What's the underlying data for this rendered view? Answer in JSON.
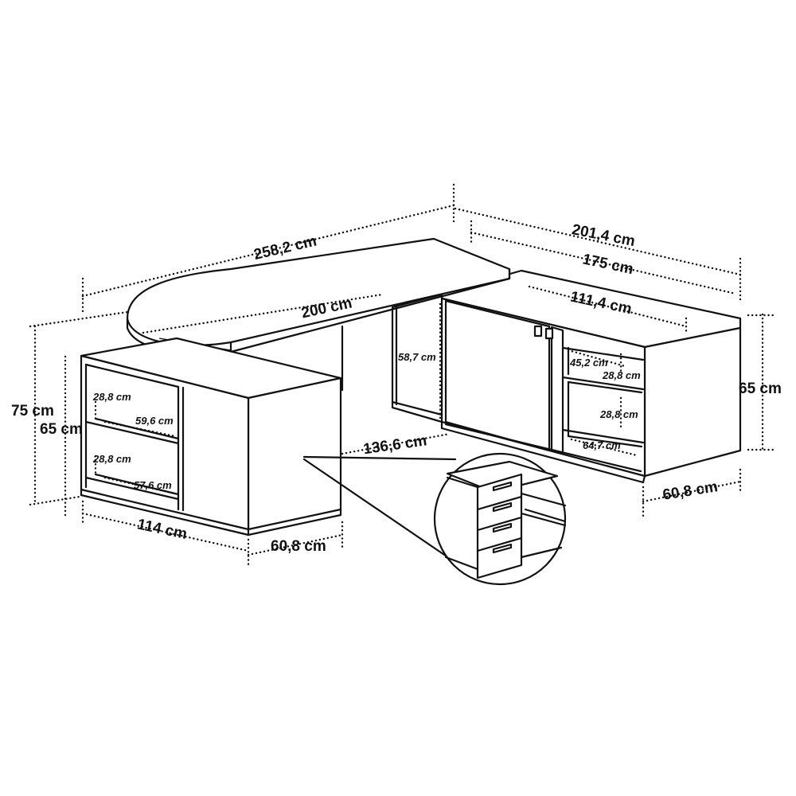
{
  "dimensions": {
    "top_length": "258,2 cm",
    "top_inner": "200 cm",
    "right_length": "201,4 cm",
    "right_cabinet": "175 cm",
    "right_doors": "111,4 cm",
    "height_total": "75 cm",
    "height_left_cabinet": "65 cm",
    "height_right_cabinet": "65 cm",
    "left_shelf_upper_h": "28,8 cm",
    "left_shelf_upper_w": "59,6 cm",
    "left_shelf_lower_h": "28,8 cm",
    "left_shelf_lower_w": "57,6 cm",
    "left_base_length": "114 cm",
    "left_base_depth": "60,8 cm",
    "center_height": "58,7 cm",
    "center_span": "136,6 cm",
    "right_shelf_w": "45,2 cm",
    "right_shelf_h1": "28,8 cm",
    "right_shelf_h2": "28,8 cm",
    "right_shelf_bottom_w": "64,7 cm",
    "right_depth": "60,8 cm"
  },
  "detail": {
    "drawer_count": 4
  }
}
